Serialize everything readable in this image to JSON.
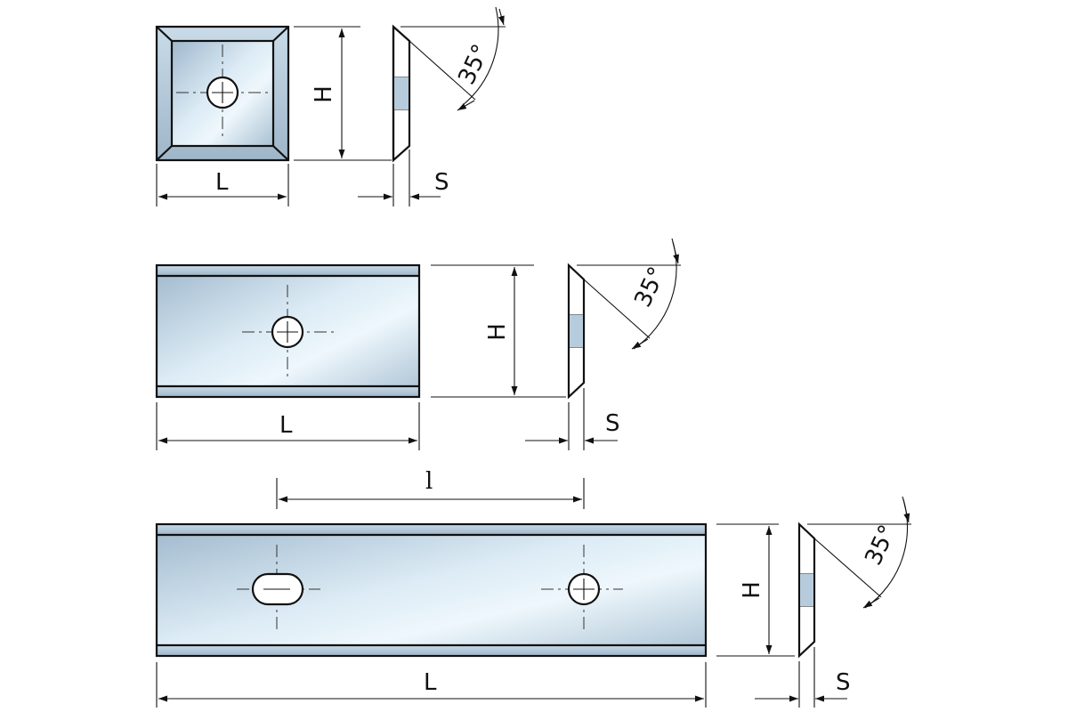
{
  "diagram": {
    "type": "technical-drawing",
    "subject": "reversible cutter knife inserts",
    "colors": {
      "steel_light": "#e9f4fb",
      "steel_mid": "#c3d7e6",
      "steel_dark": "#94aec4",
      "line": "#111111",
      "background": "#ffffff"
    },
    "views": [
      {
        "labels": {
          "length": "L",
          "height": "H",
          "thickness": "S",
          "angle": "35°"
        }
      },
      {
        "labels": {
          "length": "L",
          "height": "H",
          "thickness": "S",
          "angle": "35°"
        }
      },
      {
        "labels": {
          "length": "L",
          "hole_spacing": "l",
          "height": "H",
          "thickness": "S",
          "angle": "35°"
        }
      }
    ]
  }
}
